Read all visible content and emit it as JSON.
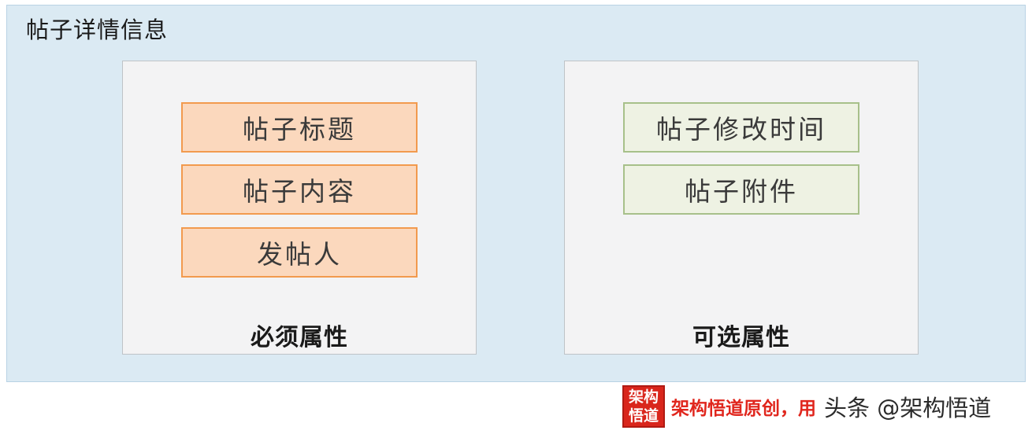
{
  "diagram": {
    "title": "帖子详情信息",
    "groups": {
      "required": {
        "label": "必须属性",
        "items": [
          "帖子标题",
          "帖子内容",
          "发帖人"
        ]
      },
      "optional": {
        "label": "可选属性",
        "items": [
          "帖子修改时间",
          "帖子附件"
        ]
      }
    }
  },
  "footer": {
    "seal_line1": "架构",
    "seal_line2": "悟道",
    "red_text": "架构悟道原创，用",
    "dark_text": "头条 @架构悟道"
  },
  "colors": {
    "outer_bg": "#dbeaf3",
    "required_fill": "#fbd8bd",
    "required_border": "#f29a4e",
    "optional_fill": "#eef2e3",
    "optional_border": "#a7c08a",
    "seal_red": "#d9261c"
  }
}
